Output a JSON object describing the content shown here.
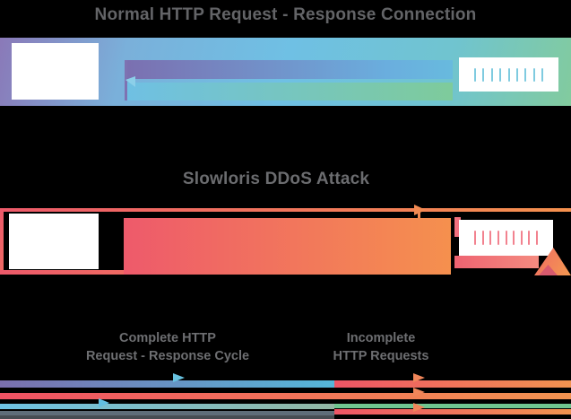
{
  "titles": {
    "normal": "Normal HTTP Request - Response Connection",
    "attack": "Slowloris DDoS Attack"
  },
  "legend": {
    "complete_line1": "Complete HTTP",
    "complete_line2": "Request - Response Cycle",
    "incomplete_line1": "Incomplete",
    "incomplete_line2": "HTTP Requests"
  },
  "normal_band": {
    "background_gradient": [
      "#8a79b8",
      "#6fc0e4",
      "#82cb9e"
    ],
    "request_arrow_gradient": [
      "#7b6fb0",
      "#68bade"
    ],
    "response_arrow_gradient": [
      "#6fc0e4",
      "#7ecb9b"
    ],
    "server_vent_count": 9,
    "server_vent_color": "#7fcbe0"
  },
  "attack_band": {
    "frame_gradient": [
      "#ed5a6a",
      "#f5914e"
    ],
    "bar_gradient": [
      "#ee5a6b",
      "#f5904e"
    ],
    "server_vent_count": 9,
    "server_vent_color": "#f2828f",
    "warning_triangle_colors": [
      "#ee6a64",
      "#f59a50",
      "#d85a6e"
    ]
  },
  "text_colors": {
    "title": "#636467",
    "label": "#6d6e71"
  },
  "background_color": "#000000"
}
